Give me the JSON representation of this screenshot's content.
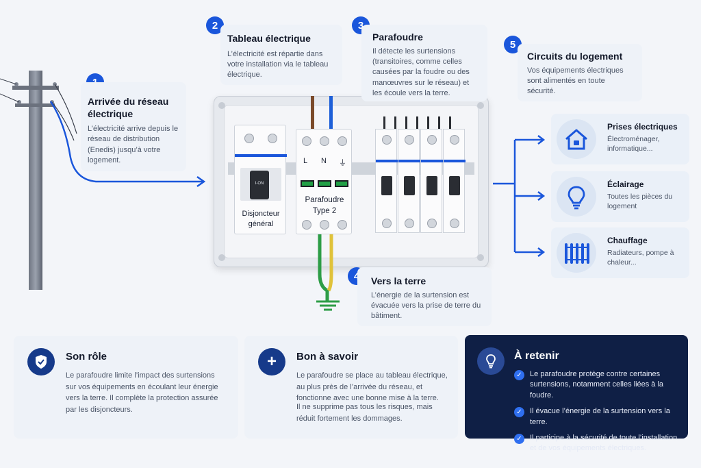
{
  "steps": [
    {
      "num": "1",
      "title": "Arrivée du réseau électrique",
      "text": "L’électricité arrive depuis le réseau de distribution (Enedis) jusqu’à votre logement."
    },
    {
      "num": "2",
      "title": "Tableau électrique",
      "text": "L’électricité est répartie dans votre installation via le tableau électrique."
    },
    {
      "num": "3",
      "title": "Parafoudre",
      "text": "Il détecte les surtensions (transitoires, comme celles causées par la foudre ou des manœuvres sur le réseau) et les écoule vers la terre."
    },
    {
      "num": "4",
      "title": "Vers la terre",
      "text": "L’énergie de la surtension est évacuée vers la prise de terre du bâtiment."
    },
    {
      "num": "5",
      "title": "Circuits du logement",
      "text": "Vos équipements électriques sont alimentés en toute sécurité."
    }
  ],
  "panel": {
    "main_breaker_label": "Disjoncteur général",
    "breaker_switch_text": "I-ON",
    "surge_label": "Parafoudre Type 2",
    "terminal_l": "L",
    "terminal_n": "N",
    "terminal_earth": "⏚"
  },
  "circuits": [
    {
      "title": "Prises électriques",
      "text": "Électroménager, informatique...",
      "icon": "house-icon"
    },
    {
      "title": "Éclairage",
      "text": "Toutes les pièces du logement",
      "icon": "lightbulb-icon"
    },
    {
      "title": "Chauffage",
      "text": "Radiateurs, pompe à chaleur...",
      "icon": "radiator-icon"
    }
  ],
  "bottom": {
    "role": {
      "title": "Son rôle",
      "text": "Le parafoudre limite l’impact des surtensions sur vos équipements en écoulant leur énergie vers la terre. Il complète la protection assurée par les disjoncteurs.",
      "icon": "shield-check-icon"
    },
    "good": {
      "title": "Bon à savoir",
      "text1": "Le parafoudre se place au tableau électrique, au plus près de l’arrivée du réseau, et fonctionne avec une bonne mise à la terre.",
      "text2": "Il ne supprime pas tous les risques, mais réduit fortement les dommages.",
      "icon": "plus-icon"
    },
    "remember": {
      "title": "À retenir",
      "icon": "lightbulb-icon",
      "items": [
        "Le parafoudre protège contre certaines surtensions, notamment celles liées à la foudre.",
        "Il évacue l’énergie de la surtension vers la terre.",
        "Il participe à la sécurité de toute l’installation et de vos équipements électriques."
      ]
    }
  },
  "colors": {
    "accent": "#1a56db",
    "dark": "#0f1f45",
    "wire_brown": "#7a4a2a",
    "wire_blue": "#1d5fd8",
    "wire_green": "#2e9d47",
    "wire_yellow": "#e0c23a"
  }
}
